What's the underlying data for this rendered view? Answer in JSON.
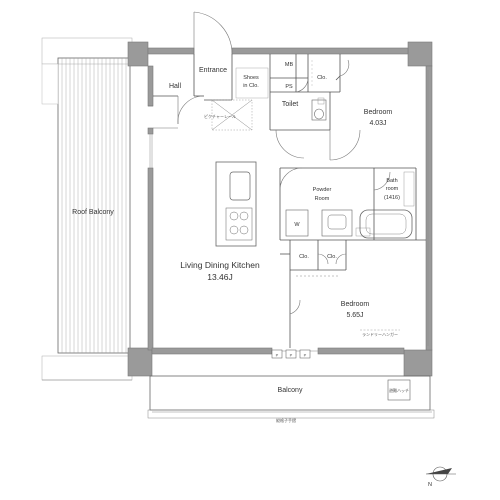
{
  "rooms": {
    "roof_balcony": "Roof Balcony",
    "hall": "Hall",
    "entrance": "Entrance",
    "shoes_line1": "Shoes",
    "shoes_line2": "in Clo.",
    "mb": "MB",
    "ps": "PS",
    "clo_top": "Clo.",
    "toilet": "Toilet",
    "bedroom1_name": "Bedroom",
    "bedroom1_size": "4.03J",
    "powder_line1": "Powder",
    "powder_line2": "Room",
    "bath_line1": "Bath",
    "bath_line2": "room",
    "bath_size": "(1416)",
    "washer": "W",
    "clo_mid1": "Clo.",
    "clo_mid2": "Clo.",
    "ldk_name": "Living Dining Kitchen",
    "ldk_size": "13.46J",
    "bedroom2_name": "Bedroom",
    "bedroom2_size": "5.65J",
    "p1": "P",
    "p2": "P",
    "p3": "P",
    "balcony": "Balcony"
  },
  "annotations": {
    "picture_rail": "ピクチャーレール",
    "laundry_hanger": "ランドリーハンガー",
    "evac_hatch": "避難ハッチ",
    "handrail": "縦格子手摺"
  },
  "compass": {
    "symbol": "N"
  }
}
